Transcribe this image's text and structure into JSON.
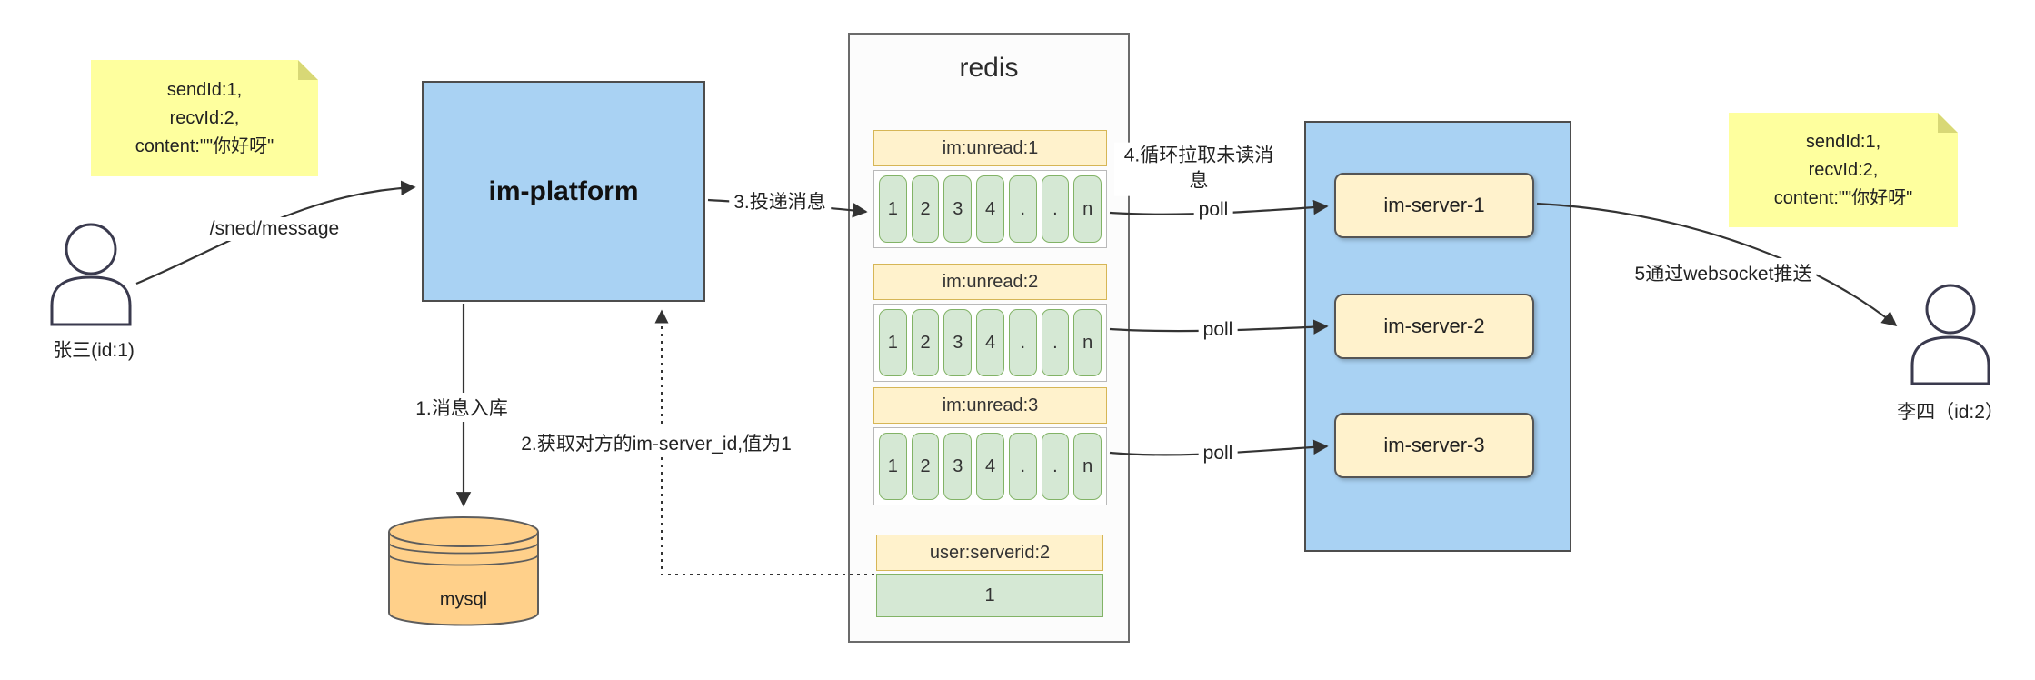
{
  "sticky_left": {
    "line1": "sendId:1,",
    "line2": "recvId:2,",
    "line3": "content:\"\"你好呀\""
  },
  "sticky_right": {
    "line1": "sendId:1,",
    "line2": "recvId:2,",
    "line3": "content:\"\"你好呀\""
  },
  "actors": {
    "sender": "张三(id:1)",
    "receiver": "李四（id:2）"
  },
  "platform": {
    "label": "im-platform"
  },
  "db": {
    "label": "mysql"
  },
  "redis": {
    "title": "redis",
    "queues": [
      {
        "header": "im:unread:1",
        "cells": [
          "1",
          "2",
          "3",
          "4",
          ".",
          ".",
          "n"
        ]
      },
      {
        "header": "im:unread:2",
        "cells": [
          "1",
          "2",
          "3",
          "4",
          ".",
          ".",
          "n"
        ]
      },
      {
        "header": "im:unread:3",
        "cells": [
          "1",
          "2",
          "3",
          "4",
          ".",
          ".",
          "n"
        ]
      }
    ],
    "kv": {
      "header": "user:serverid:2",
      "value": "1"
    }
  },
  "server_group": {
    "servers": [
      {
        "label": "im-server-1"
      },
      {
        "label": "im-server-2"
      },
      {
        "label": "im-server-3"
      }
    ]
  },
  "edges": {
    "send": "/sned/message",
    "step1": "1.消息入库",
    "step2": "2.获取对方的im-server_id,值为1",
    "step3": "3.投递消息",
    "step4": "4.循环拉取未读消息",
    "poll1": "poll",
    "poll2": "poll",
    "poll3": "poll",
    "step5": "5通过websocket推送"
  },
  "colors": {
    "platform_fill": "#a9d2f3",
    "note_fill": "#feff9e",
    "queue_header_fill": "#fff2cc",
    "queue_header_border": "#d6b656",
    "cell_fill": "#d5e8d4",
    "cell_border": "#82b366",
    "db_fill": "#ffd08a",
    "server_fill": "#fff2cc",
    "arrow": "#333333"
  }
}
